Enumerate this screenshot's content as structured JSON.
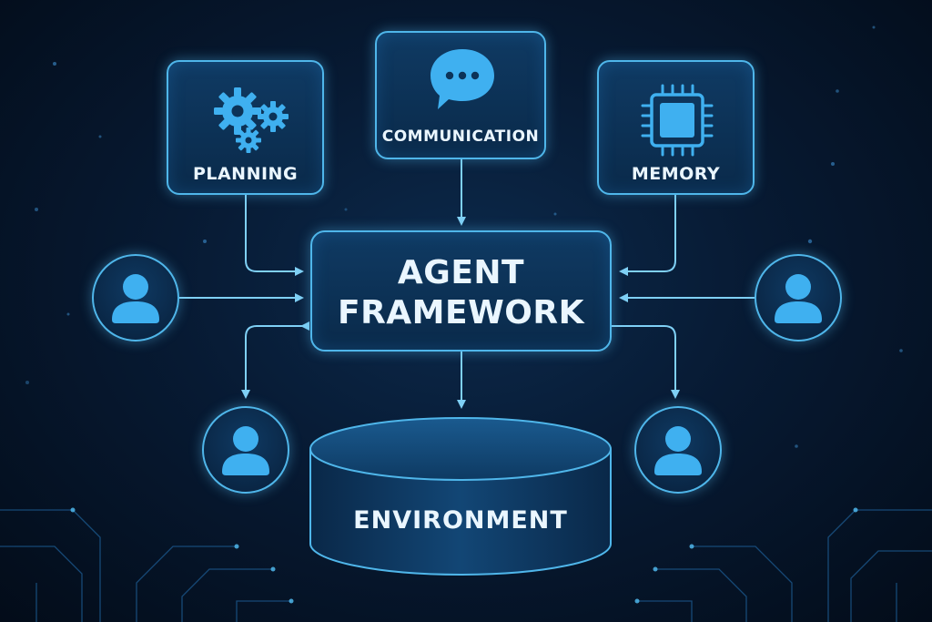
{
  "diagram": {
    "nodes": {
      "planning": {
        "label": "PLANNING",
        "icon": "gears-icon"
      },
      "communication": {
        "label": "COMMUNICATION",
        "icon": "chat-bubble-icon"
      },
      "memory": {
        "label": "MEMORY",
        "icon": "chip-icon"
      },
      "agent_framework": {
        "label_line1": "AGENT",
        "label_line2": "FRAMEWORK"
      },
      "environment": {
        "label": "ENVIRONMENT",
        "shape": "cylinder"
      },
      "agents": [
        {
          "id": "left",
          "icon": "user-icon"
        },
        {
          "id": "right",
          "icon": "user-icon"
        },
        {
          "id": "bottom-left",
          "icon": "user-icon"
        },
        {
          "id": "bottom-right",
          "icon": "user-icon"
        }
      ]
    },
    "edges": [
      {
        "from": "planning",
        "to": "agent_framework"
      },
      {
        "from": "communication",
        "to": "agent_framework"
      },
      {
        "from": "memory",
        "to": "agent_framework"
      },
      {
        "from": "agent-left",
        "to": "agent_framework"
      },
      {
        "from": "agent-right",
        "to": "agent_framework"
      },
      {
        "from": "agent_framework",
        "to": "agent-bottom-left",
        "bidirectional": true
      },
      {
        "from": "agent_framework",
        "to": "agent-bottom-right"
      },
      {
        "from": "agent_framework",
        "to": "environment"
      }
    ],
    "colors": {
      "background": "#071a33",
      "accent": "#4fb6ea",
      "icon": "#3fb0f0",
      "text": "#eaf6ff"
    }
  }
}
